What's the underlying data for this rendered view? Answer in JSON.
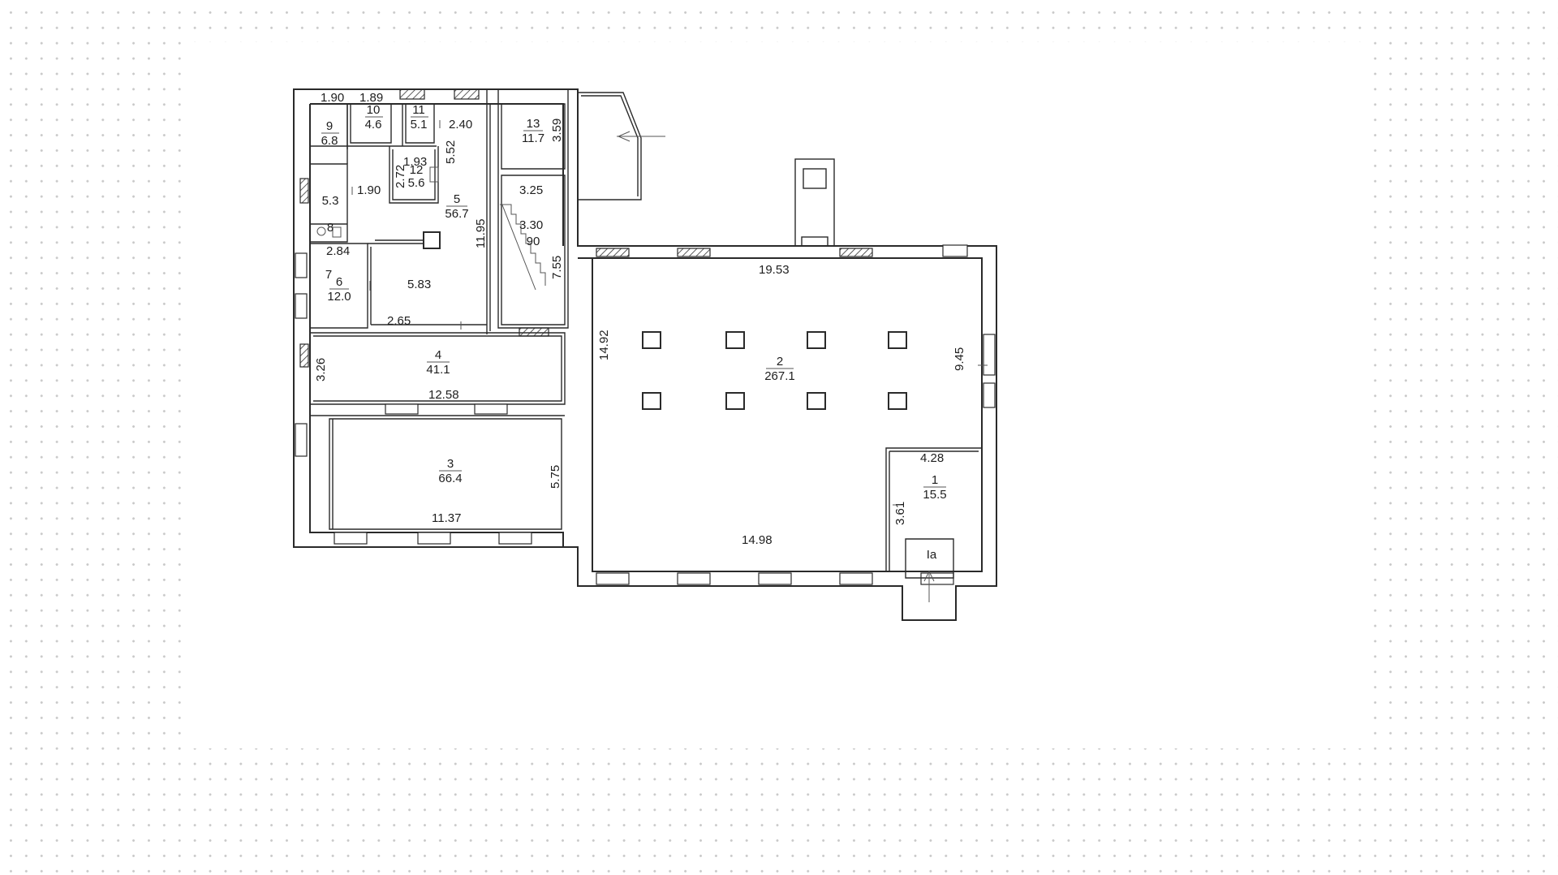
{
  "rooms": [
    {
      "id": "r1",
      "number": "1",
      "area": "15.5"
    },
    {
      "id": "r2",
      "number": "2",
      "area": "267.1"
    },
    {
      "id": "r3",
      "number": "3",
      "area": "66.4"
    },
    {
      "id": "r4",
      "number": "4",
      "area": "41.1"
    },
    {
      "id": "r5",
      "number": "5",
      "area": "56.7"
    },
    {
      "id": "r6",
      "number": "6",
      "area": "12.0"
    },
    {
      "id": "r8",
      "number": "8",
      "area": "5.3"
    },
    {
      "id": "r9",
      "number": "9",
      "area": "6.8"
    },
    {
      "id": "r10",
      "number": "10",
      "area": "4.6"
    },
    {
      "id": "r11",
      "number": "11",
      "area": "5.1"
    },
    {
      "id": "r12",
      "number": "12",
      "area": "5.6"
    },
    {
      "id": "r13",
      "number": "13",
      "area": "11.7"
    }
  ],
  "labels": {
    "room7": "7",
    "stair": "90",
    "entrance": "Ia"
  },
  "dimensions": {
    "d_1_90_top": "1.90",
    "d_1_89": "1.89",
    "d_2_40": "2.40",
    "d_1_93": "1.93",
    "d_1_90_mid": "1.90",
    "d_5_52": "5.52",
    "d_2_72": "2.72",
    "d_3_59": "3.59",
    "d_3_25": "3.25",
    "d_3_30": "3.30",
    "d_11_95": "11.95",
    "d_7_55": "7.55",
    "d_2_84": "2.84",
    "d_5_83": "5.83",
    "d_2_65": "2.65",
    "d_3_26": "3.26",
    "d_12_58": "12.58",
    "d_5_75": "5.75",
    "d_11_37": "11.37",
    "d_19_53": "19.53",
    "d_14_92": "14.92",
    "d_9_45": "9.45",
    "d_4_28": "4.28",
    "d_3_61": "3.61",
    "d_14_98": "14.98"
  }
}
